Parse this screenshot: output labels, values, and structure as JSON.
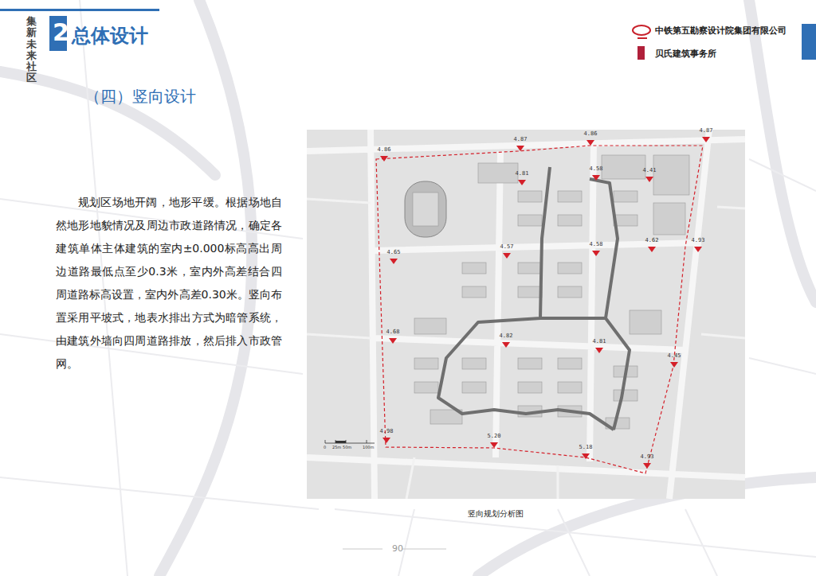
{
  "diagram": {
    "title": "总体设计",
    "caption": "竖向规划分析图",
    "labels": [
      "集新未来社区",
      "2",
      "中铁第五勘察设计院集团有限公司",
      "贝氏建筑事务所",
      "（四）竖向设计",
      "规划区场地开阔，地形平缓。根据场地自然地形地貌情况及周边市政道路情况，确定各建筑单体主体建筑的室内±0.000标高高出周边道路最低点至少0.3米，室内外高差结合四周道路标高设置，室内外高差0.30米。竖向布置采用平坡式，地表水排出方式为暗管系统，由建筑外墙向四周道路排放，然后排入市政管网。",
      "4.86",
      "4.87",
      "4.86",
      "4.87",
      "4.81",
      "4.58",
      "4.41",
      "4.65",
      "4.57",
      "4.58",
      "4.62",
      "4.93",
      "4.68",
      "4.82",
      "4.81",
      "4.45",
      "4.98",
      "5.20",
      "5.18",
      "4.93",
      "0",
      "25m",
      "50m",
      "100m",
      "90"
    ]
  }
}
